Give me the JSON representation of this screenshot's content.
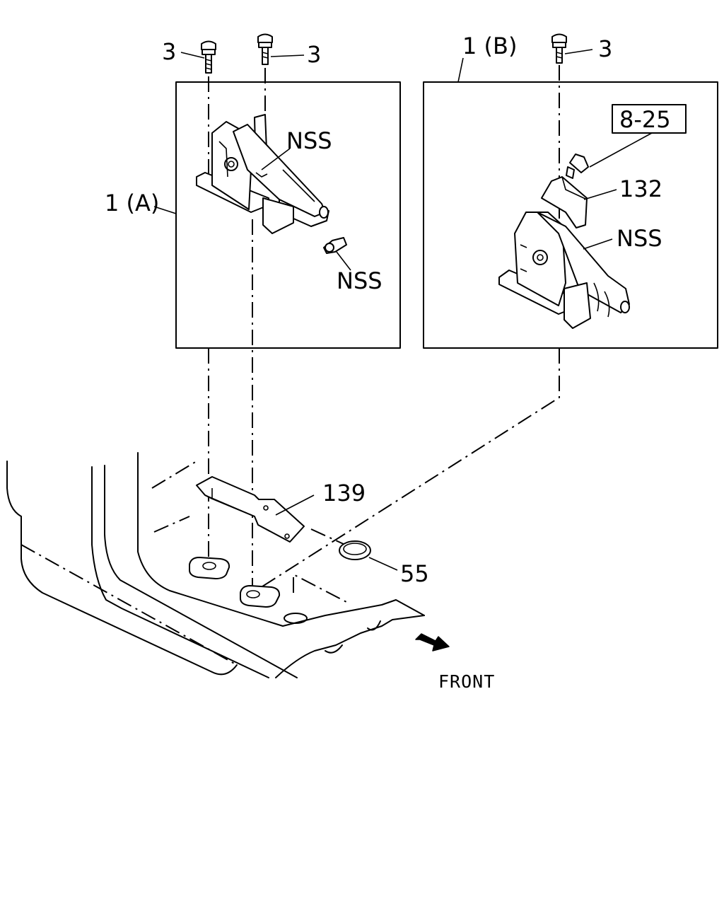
{
  "diagram": {
    "labels": {
      "bolt_left_outer": "3",
      "bolt_left_inner": "3",
      "bolt_right": "3",
      "assembly_a": "1 (A)",
      "assembly_b": "1 (B)",
      "nss_a_upper": "NSS",
      "nss_a_lower": "NSS",
      "nss_b": "NSS",
      "ref_box": "8-25",
      "part_132": "132",
      "part_139": "139",
      "part_55": "55",
      "front": "FRONT"
    }
  }
}
